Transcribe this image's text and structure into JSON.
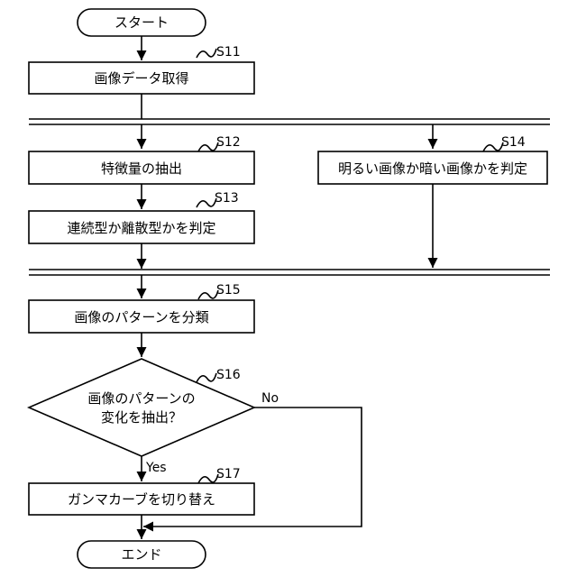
{
  "flowchart": {
    "start": "スタート",
    "end": "エンド",
    "steps": {
      "s11": {
        "tag": "S11",
        "label": "画像データ取得"
      },
      "s12": {
        "tag": "S12",
        "label": "特徴量の抽出"
      },
      "s13": {
        "tag": "S13",
        "label": "連続型か離散型かを判定"
      },
      "s14": {
        "tag": "S14",
        "label": "明るい画像か暗い画像かを判定"
      },
      "s15": {
        "tag": "S15",
        "label": "画像のパターンを分類"
      },
      "s16": {
        "tag": "S16",
        "label_line1": "画像のパターンの",
        "label_line2": "変化を抽出？"
      },
      "s17": {
        "tag": "S17",
        "label": "ガンマカーブを切り替え"
      }
    },
    "branches": {
      "yes": "Yes",
      "no": "No"
    }
  }
}
